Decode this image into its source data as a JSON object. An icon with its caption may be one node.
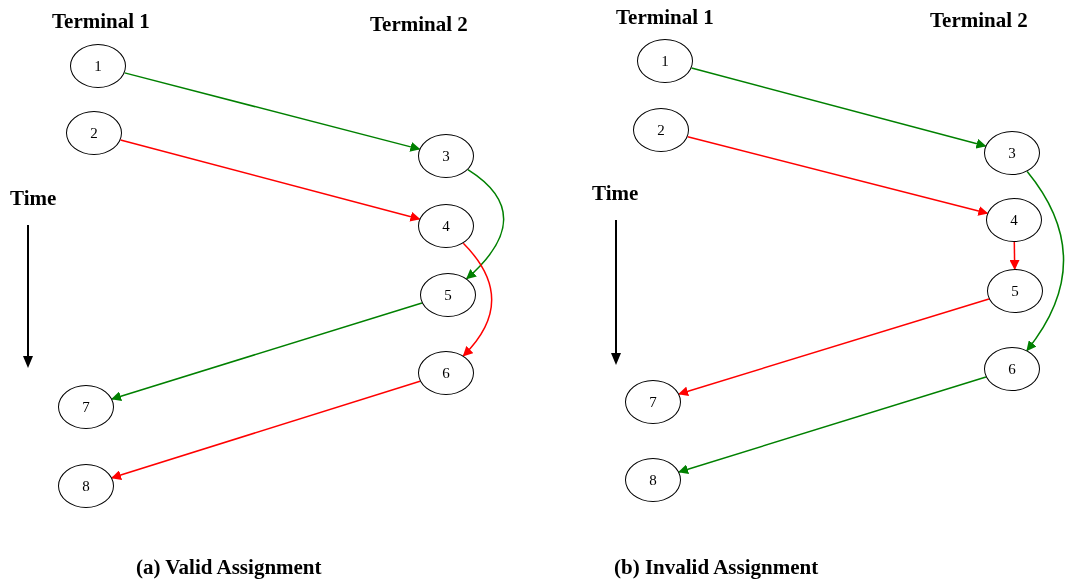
{
  "diagram": {
    "nodes": [
      {
        "text": [
          "1"
        ]
      },
      {
        "text": [
          "2"
        ]
      },
      {
        "text": [
          "3"
        ]
      },
      {
        "text": [
          "4"
        ]
      },
      {
        "text": [
          "5"
        ]
      },
      {
        "text": [
          "6"
        ]
      },
      {
        "text": [
          "7"
        ]
      },
      {
        "text": [
          "8"
        ]
      },
      {
        "text": [
          "1"
        ]
      },
      {
        "text": [
          "2"
        ]
      },
      {
        "text": [
          "3"
        ]
      },
      {
        "text": [
          "4"
        ]
      },
      {
        "text": [
          "5"
        ]
      },
      {
        "text": [
          "6"
        ]
      },
      {
        "text": [
          "7"
        ]
      },
      {
        "text": [
          "8"
        ]
      }
    ],
    "edges": [
      {
        "from": 0,
        "to": 2,
        "arrow": "to",
        "color": "#008000"
      },
      {
        "from": 1,
        "to": 3,
        "arrow": "to",
        "color": "#ff0000"
      },
      {
        "from": 2,
        "to": 4,
        "arrow": "to",
        "color": "#008000"
      },
      {
        "from": 3,
        "to": 5,
        "arrow": "to",
        "color": "#ff0000"
      },
      {
        "from": 4,
        "to": 6,
        "arrow": "to",
        "color": "#008000"
      },
      {
        "from": 5,
        "to": 7,
        "arrow": "to",
        "color": "#ff0000"
      },
      {
        "from": 8,
        "to": 10,
        "arrow": "to",
        "color": "#008000"
      },
      {
        "from": 9,
        "to": 11,
        "arrow": "to",
        "color": "#ff0000"
      },
      {
        "from": 11,
        "to": 12,
        "arrow": "to",
        "color": "#ff0000"
      },
      {
        "from": 10,
        "to": 13,
        "arrow": "to",
        "color": "#008000"
      },
      {
        "from": 12,
        "to": 14,
        "arrow": "to",
        "color": "#ff0000"
      },
      {
        "from": 13,
        "to": 15,
        "arrow": "to",
        "color": "#008000"
      }
    ],
    "labels": [
      "Terminal 1",
      "Terminal 2",
      "Time",
      "(a) Valid Assignment",
      "Terminal 1",
      "Terminal 2",
      "Time",
      "(b) Invalid Assignment"
    ]
  }
}
